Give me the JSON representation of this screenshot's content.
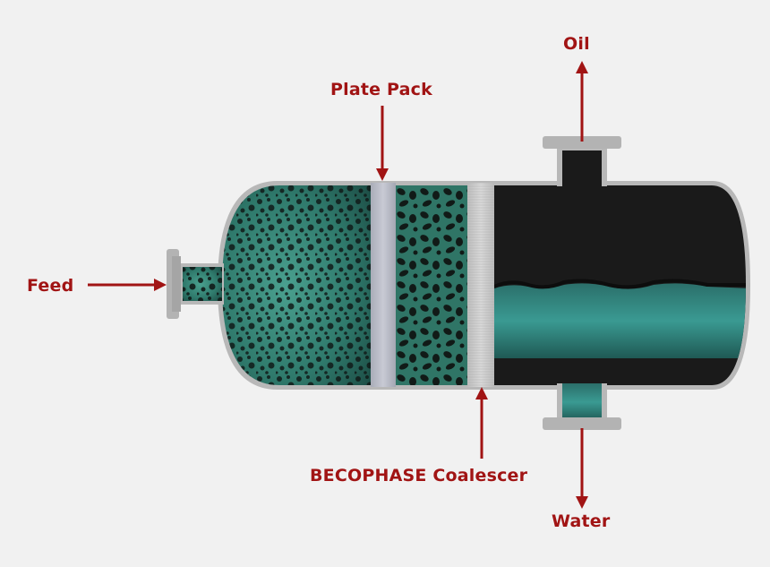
{
  "labels": {
    "oil": "Oil",
    "plate_pack": "Plate Pack",
    "feed": "Feed",
    "coalescer": "BECOPHASE Coalescer",
    "water": "Water"
  },
  "colors": {
    "background": "#f1f1f1",
    "label_and_arrow": "#a11414",
    "vessel_shell": "#b8b8b8",
    "oil_phase": "#1a1a1a",
    "water_phase": "#2e8a86",
    "emulsion": "#3f8a7c",
    "plate_pack": "#b9bcc7",
    "coalescer": "#cfcfcf"
  }
}
